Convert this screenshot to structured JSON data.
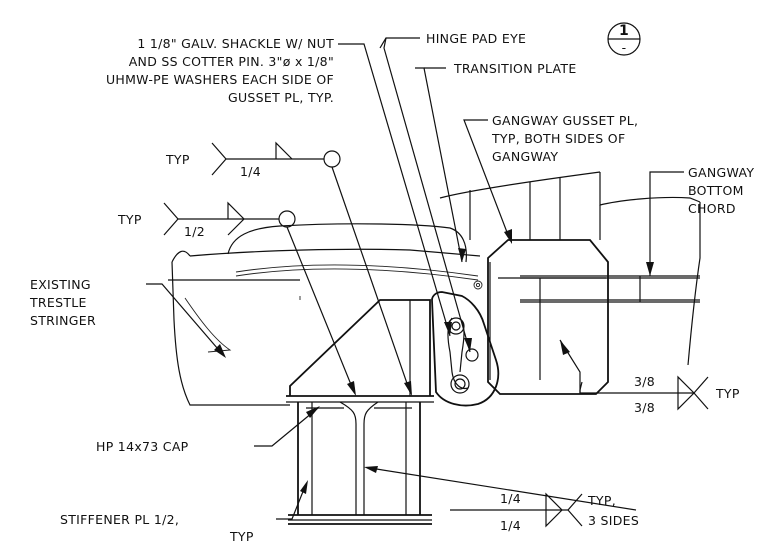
{
  "labels": {
    "shackle": [
      "1 1/8\" GALV. SHACKLE W/ NUT",
      "AND SS COTTER PIN. 3\"ø x 1/8\"",
      "UHMW-PE WASHERS EACH SIDE OF",
      "GUSSET PL, TYP."
    ],
    "hinge_pad_eye": "HINGE PAD EYE",
    "detail_number": "1",
    "detail_sheet": "-",
    "transition_plate": "TRANSITION PLATE",
    "gusset": [
      "GANGWAY GUSSET PL,",
      "TYP, BOTH SIDES OF",
      "GANGWAY"
    ],
    "bottom_chord": [
      "GANGWAY",
      "BOTTOM",
      "CHORD"
    ],
    "existing_stringer": [
      "EXISTING",
      "TRESTLE",
      "STRINGER"
    ],
    "hp_cap": "HP 14x73 CAP",
    "stiffener": [
      "STIFFENER PL 1/2,",
      "TYP"
    ]
  },
  "welds": {
    "w1": {
      "tail": "TYP",
      "size": "1/4"
    },
    "w2": {
      "tail": "TYP",
      "size": "1/2"
    },
    "w3": {
      "tail": "TYP",
      "size_top": "3/8",
      "size_bottom": "3/8"
    },
    "w4": {
      "tail_line1": "TYP,",
      "tail_line2": "3 SIDES",
      "size_top": "1/4",
      "size_bottom": "1/4"
    }
  }
}
